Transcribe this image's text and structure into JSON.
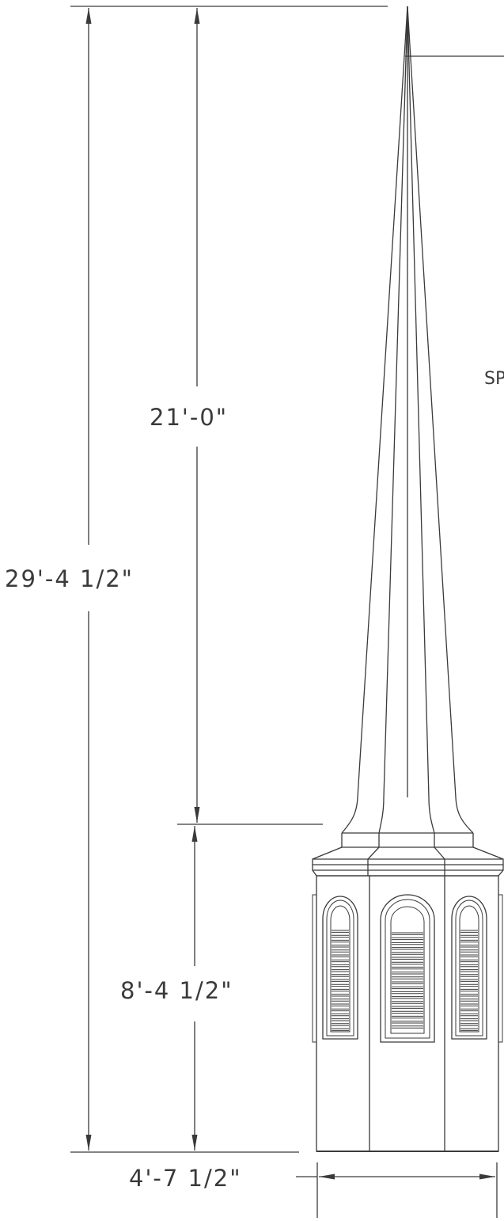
{
  "dimensions": {
    "total_height": "29'-4 1/2\"",
    "spire_height": "21'-0\"",
    "base_height": "8'-4 1/2\"",
    "base_width": "4'-7 1/2\""
  },
  "callout": {
    "label": "SP"
  }
}
